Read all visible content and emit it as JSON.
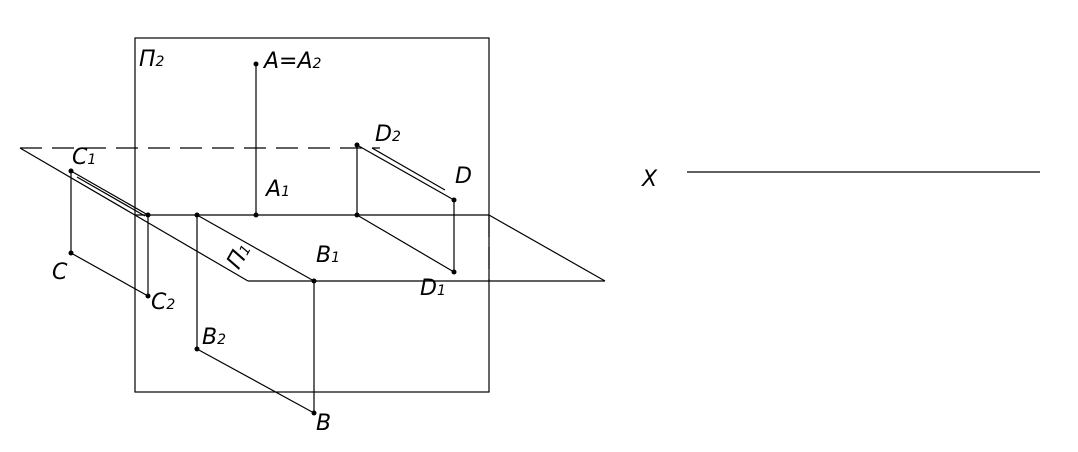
{
  "diagram": {
    "labels": {
      "p2": "П",
      "p2_sub": "2",
      "p1": "П",
      "p1_sub": "1",
      "a": "A=A",
      "a_sub": "2",
      "a1": "A",
      "a1_sub": "1",
      "b": "B",
      "b1": "B",
      "b1_sub": "1",
      "b2": "B",
      "b2_sub": "2",
      "c": "C",
      "c1": "C",
      "c1_sub": "1",
      "c2": "C",
      "c2_sub": "2",
      "d": "D",
      "d1": "D",
      "d1_sub": "1",
      "d2": "D",
      "d2_sub": "2",
      "x": "X"
    }
  }
}
